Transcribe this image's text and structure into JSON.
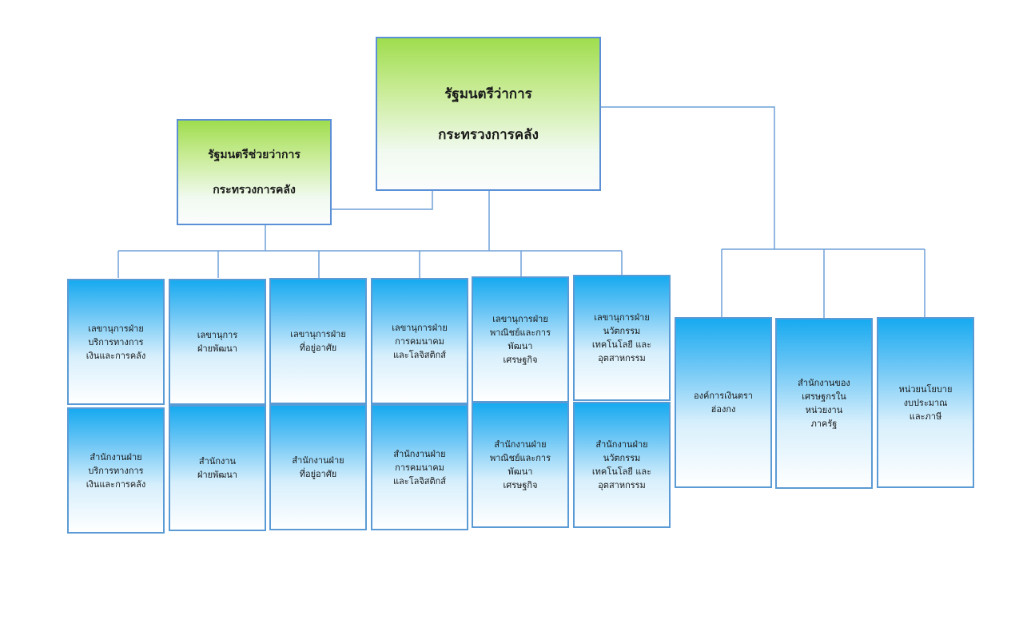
{
  "top": {
    "minister": [
      "รัฐมนตรีว่าการ",
      "กระทรวงการคลัง"
    ],
    "deputy": [
      "รัฐมนตรีช่วยว่าการ",
      "กระทรวงการคลัง"
    ]
  },
  "secretaries": [
    [
      "เลขานุการฝ่าย",
      "บริการทางการ",
      "เงินและการคลัง"
    ],
    [
      "เลขานุการ",
      "ฝ่ายพัฒนา"
    ],
    [
      "เลขานุการฝ่าย",
      "ที่อยู่อาศัย"
    ],
    [
      "เลขานุการฝ่าย",
      "การคมนาคม",
      "และโลจิสติกส์"
    ],
    [
      "เลขานุการฝ่าย",
      "พาณิชย์และการ",
      "พัฒนา",
      "เศรษฐกิจ"
    ],
    [
      "เลขานุการฝ่าย",
      "นวัตกรรม",
      "เทคโนโลยี และ",
      "อุตสาหกรรม"
    ]
  ],
  "offices": [
    [
      "สำนักงานฝ่าย",
      "บริการทางการ",
      "เงินและการคลัง"
    ],
    [
      "สำนักงาน",
      "ฝ่ายพัฒนา"
    ],
    [
      "สำนักงานฝ่าย",
      "ที่อยู่อาศัย"
    ],
    [
      "สำนักงานฝ่าย",
      "การคมนาคม",
      "และโลจิสติกส์"
    ],
    [
      "สำนักงานฝ่าย",
      "พาณิชย์และการ",
      "พัฒนา",
      "เศรษฐกิจ"
    ],
    [
      "สำนักงานฝ่าย",
      "นวัตกรรม",
      "เทคโนโลยี และ",
      "อุตสาหกรรม"
    ]
  ],
  "agencies": [
    [
      "องค์การเงินตรา",
      "ฮ่องกง"
    ],
    [
      "สำนักงานของ",
      "เศรษฐกรใน",
      "หน่วยงาน",
      "ภาครัฐ"
    ],
    [
      "หน่วยนโยบาย",
      "งบประมาณ",
      "และภาษี"
    ]
  ],
  "colors": {
    "green_top": "#9fdd4e",
    "blue_top": "#17aaf0",
    "border": "#5b9bd5",
    "line": "#6fa0d8"
  }
}
